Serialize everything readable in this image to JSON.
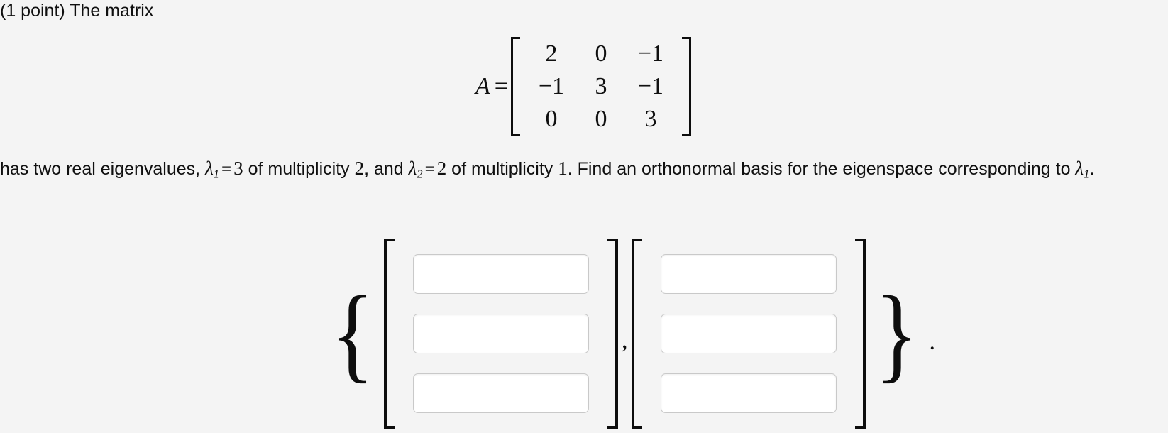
{
  "problem": {
    "points_label": "(1 point) The matrix",
    "matrix": {
      "name": "A",
      "equals": "=",
      "rows": [
        [
          "2",
          "0",
          "−1"
        ],
        [
          "−1",
          "3",
          "−1"
        ],
        [
          "0",
          "0",
          "3"
        ]
      ]
    },
    "statement": {
      "part1": "has two real eigenvalues, ",
      "lambda1_symbol": "λ",
      "lambda1_sub": "1",
      "eq1": "=",
      "lambda1_value": "3",
      "part2": " of multiplicity ",
      "mult1": "2",
      "part3": ", and ",
      "lambda2_symbol": "λ",
      "lambda2_sub": "2",
      "eq2": "=",
      "lambda2_value": "2",
      "part4": " of multiplicity ",
      "mult2": "1",
      "part5": ". Find an orthonormal basis for the eigenspace corresponding to ",
      "lambda_ref_symbol": "λ",
      "lambda_ref_sub": "1",
      "part6": "."
    }
  },
  "answer": {
    "open_brace": "{",
    "close_brace": "}",
    "separator": ",",
    "terminator": ".",
    "vectors": [
      {
        "id": "vector-1",
        "entries": [
          {
            "value": "",
            "placeholder": ""
          },
          {
            "value": "",
            "placeholder": ""
          },
          {
            "value": "",
            "placeholder": ""
          }
        ]
      },
      {
        "id": "vector-2",
        "entries": [
          {
            "value": "",
            "placeholder": ""
          },
          {
            "value": "",
            "placeholder": ""
          },
          {
            "value": "",
            "placeholder": ""
          }
        ]
      }
    ]
  },
  "colors": {
    "background": "#f4f4f4",
    "text": "#101010",
    "bracket": "#0d0d0d",
    "input_border": "#c9c9c9",
    "input_background": "#ffffff"
  }
}
